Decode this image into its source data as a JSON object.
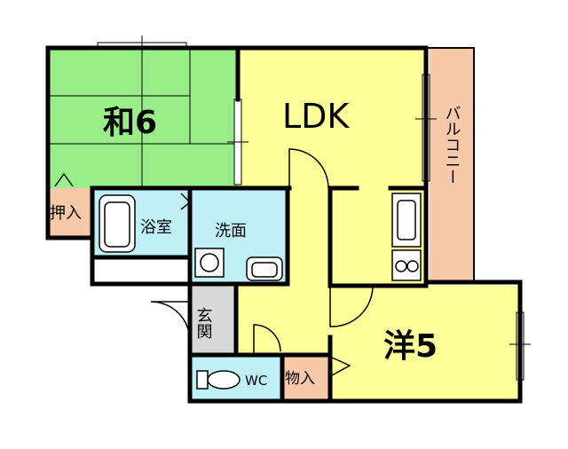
{
  "rooms": {
    "washitsu": "和6",
    "ldk": "LDK",
    "balcony": "バルコニー",
    "oshiire": "押入",
    "bath": "浴室",
    "washroom": "洗面",
    "genkan": "玄関",
    "wc": "WC",
    "storage": "物入",
    "western": "洋5"
  },
  "colors": {
    "washitsu": "#99ee88",
    "ldk": "#ffff99",
    "balcony": "#f7c9a9",
    "oshiire": "#f7c9a9",
    "wet": "#bff0f8",
    "genkan": "#d8d8d8",
    "storage": "#f7c9a9",
    "wall": "#000000"
  }
}
